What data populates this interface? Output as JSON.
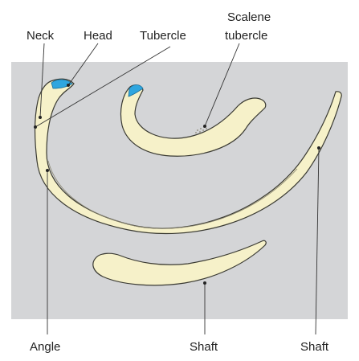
{
  "labels": {
    "neck": "Neck",
    "head": "Head",
    "tubercle": "Tubercle",
    "scalene_line1": "Scalene",
    "scalene_line2": "tubercle",
    "angle": "Angle",
    "shaft_small": "Shaft",
    "shaft_large": "Shaft"
  },
  "colors": {
    "background_panel": "#d4d5d7",
    "bone_fill": "#f6f1c9",
    "bone_outline": "#3a3a32",
    "articular_facet": "#2fa6df",
    "leader_line": "#333333"
  }
}
